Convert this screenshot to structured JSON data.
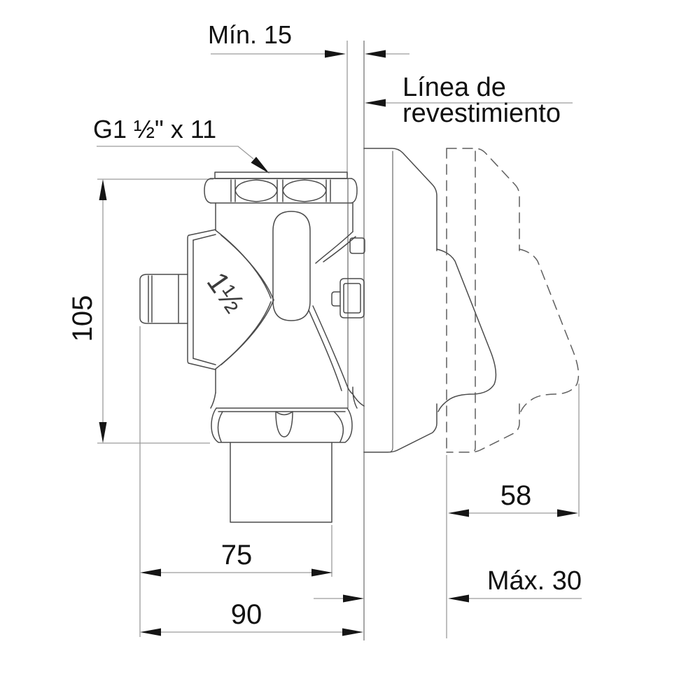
{
  "drawing": {
    "type": "technical-installation-drawing",
    "labels": {
      "min_clearance": "Mín. 15",
      "lining_line_1": "Línea de",
      "lining_line_2": "revestimiento",
      "thread_spec": "G1 ½\" x 11",
      "inlet_mark": "1½",
      "max_lining": "Máx. 30"
    },
    "dimensions": {
      "height": "105",
      "outlet_width": "75",
      "overall_width": "90",
      "trim_depth": "58"
    },
    "colors": {
      "background": "#ffffff",
      "outline": "#4b4b4b",
      "dashed_outline": "#5f5f5f",
      "dimension_line": "#9c9c9c",
      "arrow": "#151515",
      "text": "#111111"
    }
  }
}
